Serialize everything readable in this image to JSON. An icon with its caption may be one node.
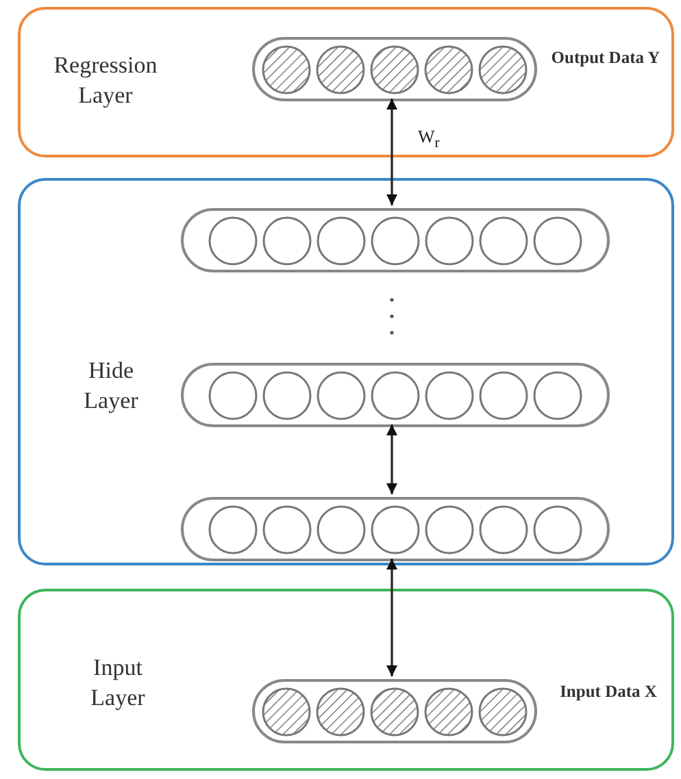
{
  "diagram": {
    "nodes": [
      {
        "text": [
          "Regression Layer"
        ]
      },
      {
        "text": [],
        "shape": "bar",
        "in": 0,
        "beside": [
          "Output Data Y"
        ]
      },
      {
        "text": [
          "Hide Layer"
        ]
      },
      {
        "text": [],
        "shape": "bar",
        "in": 2
      },
      {
        "text": [],
        "shape": "bar",
        "in": 2
      },
      {
        "text": [],
        "shape": "bar",
        "in": 2
      },
      {
        "text": [
          "Input Layer"
        ]
      },
      {
        "text": [],
        "shape": "bar",
        "in": 6,
        "beside": [
          "Input Data X"
        ]
      }
    ],
    "edges": [
      {
        "from": 3,
        "to": 1,
        "arrow": "both",
        "label": "W$_{r}$"
      },
      {
        "from": 5,
        "to": 4,
        "arrow": "both"
      },
      {
        "from": 7,
        "to": 5,
        "arrow": "both"
      }
    ]
  }
}
